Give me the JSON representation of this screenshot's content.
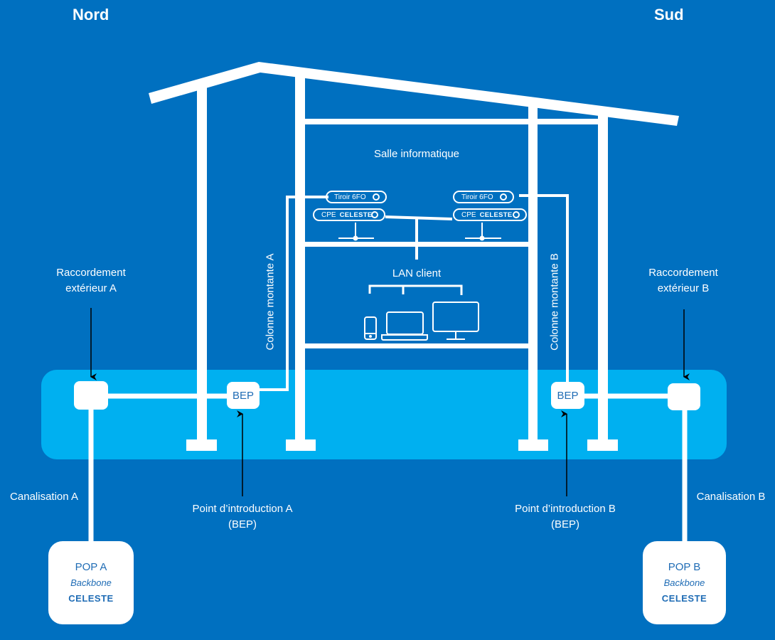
{
  "headers": {
    "north": "Nord",
    "south": "Sud"
  },
  "colors": {
    "background": "#0070C0",
    "ground_band": "#00B0F0",
    "structure": "#FFFFFF",
    "box_text": "#1F6CB5",
    "arrow": "#000000"
  },
  "rooms": {
    "server_room": "Salle informatique",
    "lan": "LAN client"
  },
  "equipment": {
    "left": {
      "drawer": "Tiroir 6FO",
      "cpe_prefix": "CPE",
      "cpe_brand": "CELESTE"
    },
    "right": {
      "drawer": "Tiroir 6FO",
      "cpe_prefix": "CPE",
      "cpe_brand": "CELESTE"
    }
  },
  "lan_devices": [
    "smartphone-icon",
    "laptop-icon",
    "monitor-icon"
  ],
  "risers": {
    "a": "Colonne montante A",
    "b": "Colonne montante B"
  },
  "bep": {
    "a": "BEP",
    "b": "BEP"
  },
  "labels": {
    "ext_a_line1": "Raccordement",
    "ext_a_line2": "extérieur A",
    "ext_b_line1": "Raccordement",
    "ext_b_line2": "extérieur B",
    "duct_a": "Canalisation A",
    "duct_b": "Canalisation B",
    "entry_a_line1": "Point d’introduction A",
    "entry_a_line2": "(BEP)",
    "entry_b_line1": "Point d’introduction B",
    "entry_b_line2": "(BEP)"
  },
  "pops": {
    "a": {
      "title": "POP A",
      "sub": "Backbone",
      "brand": "CELESTE"
    },
    "b": {
      "title": "POP B",
      "sub": "Backbone",
      "brand": "CELESTE"
    }
  }
}
